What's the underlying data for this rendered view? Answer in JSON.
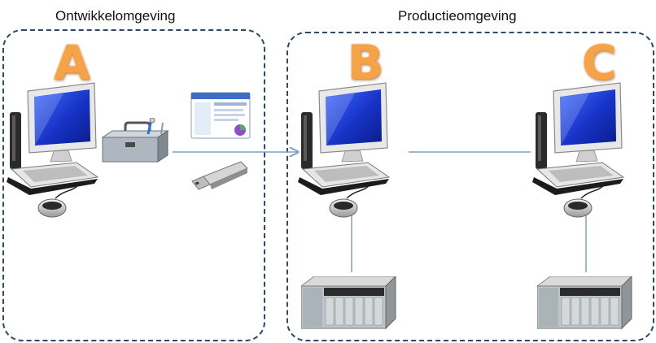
{
  "zones": [
    {
      "title": "Ontwikkelomgeving"
    },
    {
      "title": "Productieomgeving"
    }
  ],
  "nodes": [
    {
      "letter": "A",
      "icon": "computer-icon"
    },
    {
      "letter": "B",
      "icon": "computer-icon"
    },
    {
      "letter": "C",
      "icon": "computer-icon"
    }
  ],
  "devices": {
    "toolbox": "toolbox-icon",
    "screenshot": "software-window-icon",
    "usb": "usb-stick-icon",
    "plc": "plc-controller-icon"
  },
  "colors": {
    "border": "#2d4a6a",
    "connector": "#7aa3c8",
    "letter": "#f6a348",
    "screen": "#1733c6"
  }
}
